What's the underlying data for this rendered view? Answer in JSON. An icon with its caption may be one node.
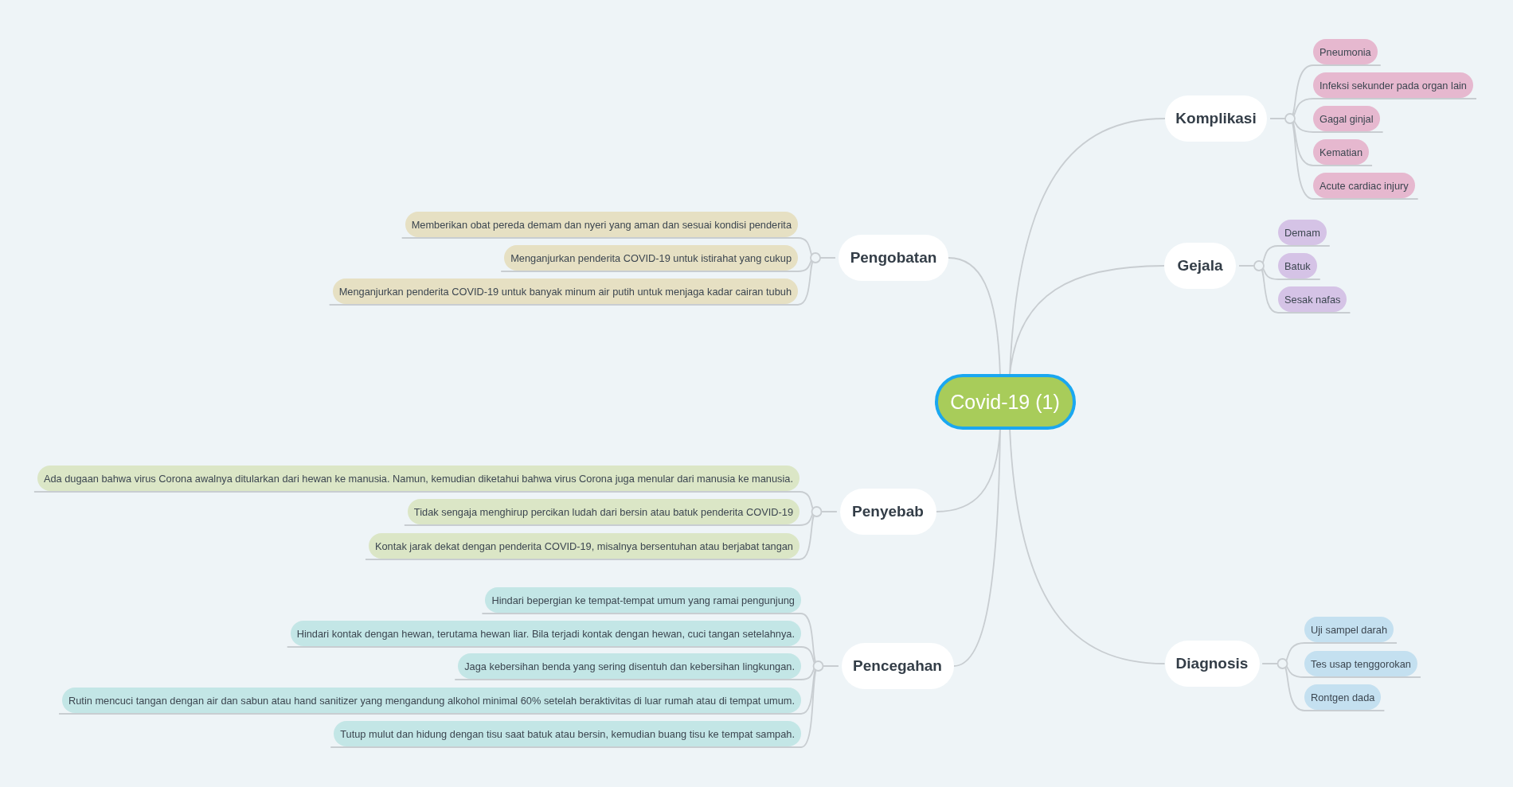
{
  "diagram": {
    "nodes": [
      {
        "text": [
          "Covid-19 (1)"
        ]
      },
      {
        "text": [
          "Komplikasi"
        ]
      },
      {
        "text": [
          "Pneumonia"
        ]
      },
      {
        "text": [
          "Infeksi sekunder pada organ lain"
        ]
      },
      {
        "text": [
          "Gagal ginjal"
        ]
      },
      {
        "text": [
          "Kematian"
        ]
      },
      {
        "text": [
          "Acute cardiac injury"
        ]
      },
      {
        "text": [
          "Gejala"
        ]
      },
      {
        "text": [
          "Demam"
        ]
      },
      {
        "text": [
          "Batuk"
        ]
      },
      {
        "text": [
          "Sesak nafas"
        ]
      },
      {
        "text": [
          "Diagnosis"
        ]
      },
      {
        "text": [
          "Uji sampel darah"
        ]
      },
      {
        "text": [
          "Tes usap tenggorokan"
        ]
      },
      {
        "text": [
          "Rontgen dada"
        ]
      },
      {
        "text": [
          "Pengobatan"
        ]
      },
      {
        "text": [
          "Memberikan obat pereda demam dan nyeri yang aman dan sesuai kondisi penderita"
        ]
      },
      {
        "text": [
          "Menganjurkan penderita COVID-19 untuk istirahat yang cukup"
        ]
      },
      {
        "text": [
          "Menganjurkan penderita COVID-19 untuk banyak minum air putih untuk menjaga kadar cairan tubuh"
        ]
      },
      {
        "text": [
          "Penyebab"
        ]
      },
      {
        "text": [
          "Ada dugaan bahwa virus Corona awalnya ditularkan dari hewan ke manusia. Namun, kemudian diketahui bahwa virus Corona juga menular dari manusia ke manusia."
        ]
      },
      {
        "text": [
          "Tidak sengaja menghirup percikan ludah dari bersin atau batuk penderita COVID-19"
        ]
      },
      {
        "text": [
          "Kontak jarak dekat dengan penderita COVID-19, misalnya bersentuhan atau berjabat tangan"
        ]
      },
      {
        "text": [
          "Pencegahan"
        ]
      },
      {
        "text": [
          "Hindari bepergian ke tempat-tempat umum yang ramai pengunjung"
        ]
      },
      {
        "text": [
          "Hindari kontak dengan hewan, terutama hewan liar. Bila terjadi kontak dengan hewan, cuci tangan setelahnya."
        ]
      },
      {
        "text": [
          "Jaga kebersihan benda yang sering disentuh dan kebersihan lingkungan."
        ]
      },
      {
        "text": [
          "Rutin mencuci tangan dengan air dan sabun atau hand sanitizer yang mengandung alkohol minimal 60% setelah beraktivitas di luar rumah atau di tempat umum."
        ]
      },
      {
        "text": [
          "Tutup mulut dan hidung dengan tisu saat batuk atau bersin, kemudian buang tisu ke tempat sampah."
        ]
      }
    ],
    "edges": [
      {
        "from": 0,
        "to": 1,
        "arrow": "none"
      },
      {
        "from": 0,
        "to": 7,
        "arrow": "none"
      },
      {
        "from": 0,
        "to": 11,
        "arrow": "none"
      },
      {
        "from": 0,
        "to": 15,
        "arrow": "none"
      },
      {
        "from": 0,
        "to": 19,
        "arrow": "none"
      },
      {
        "from": 0,
        "to": 23,
        "arrow": "none"
      },
      {
        "from": 1,
        "to": 2,
        "arrow": "none"
      },
      {
        "from": 1,
        "to": 3,
        "arrow": "none"
      },
      {
        "from": 1,
        "to": 4,
        "arrow": "none"
      },
      {
        "from": 1,
        "to": 5,
        "arrow": "none"
      },
      {
        "from": 1,
        "to": 6,
        "arrow": "none"
      },
      {
        "from": 7,
        "to": 8,
        "arrow": "none"
      },
      {
        "from": 7,
        "to": 9,
        "arrow": "none"
      },
      {
        "from": 7,
        "to": 10,
        "arrow": "none"
      },
      {
        "from": 11,
        "to": 12,
        "arrow": "none"
      },
      {
        "from": 11,
        "to": 13,
        "arrow": "none"
      },
      {
        "from": 11,
        "to": 14,
        "arrow": "none"
      },
      {
        "from": 15,
        "to": 16,
        "arrow": "none"
      },
      {
        "from": 15,
        "to": 17,
        "arrow": "none"
      },
      {
        "from": 15,
        "to": 18,
        "arrow": "none"
      },
      {
        "from": 19,
        "to": 20,
        "arrow": "none"
      },
      {
        "from": 19,
        "to": 21,
        "arrow": "none"
      },
      {
        "from": 19,
        "to": 22,
        "arrow": "none"
      },
      {
        "from": 23,
        "to": 24,
        "arrow": "none"
      },
      {
        "from": 23,
        "to": 25,
        "arrow": "none"
      },
      {
        "from": 23,
        "to": 26,
        "arrow": "none"
      },
      {
        "from": 23,
        "to": 27,
        "arrow": "none"
      },
      {
        "from": 23,
        "to": 28,
        "arrow": "none"
      }
    ]
  }
}
